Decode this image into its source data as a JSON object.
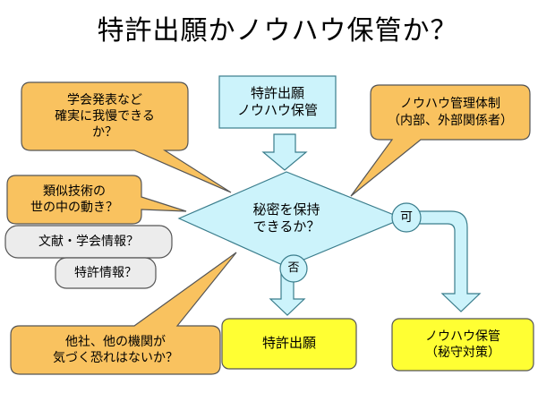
{
  "title": "特許出願かノウハウ保管か？",
  "input_box": "特許出願\nノウハウ保管",
  "decision": "秘密を保持\nできるか？",
  "branch_yes": "可",
  "branch_no": "否",
  "outcome_patent": "特許出願",
  "outcome_knowhow": "ノウハウ保管\n（秘守対策）",
  "callouts": {
    "publication": "学会発表など\n確実に我慢できる\nか？",
    "management": "ノウハウ管理体制\n（内部、外部関係者）",
    "similar_tech": "類似技術の\n世の中の動き？",
    "competitors": "他社、他の機関が\n気づく恐れはないか？"
  },
  "info_boxes": {
    "literature": "文献・学会情報？",
    "patent_info": "特許情報？"
  },
  "colors": {
    "callout_fill": "#f9c25f",
    "callout_stroke": "#555555",
    "flow_fill": "#ccf3fb",
    "flow_stroke": "#3a7d8c",
    "outcome_fill": "#ffff33",
    "info_fill": "#ececec"
  }
}
